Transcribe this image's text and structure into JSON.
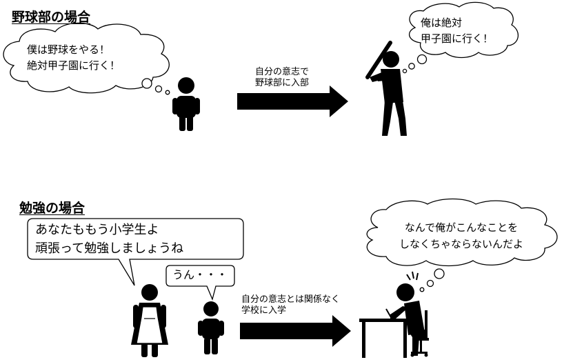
{
  "baseball": {
    "heading": "野球部の場合",
    "thought_left": "僕は野球をやる！\n絶対甲子園に行く！",
    "thought_right": "俺は絶対\n甲子園に行く！",
    "arrow_caption": "自分の意志で\n野球部に入部"
  },
  "study": {
    "heading": "勉強の場合",
    "mother_speech": "あなたももう小学生よ\n頑張って勉強しましょうね",
    "child_reply": "うん・・・",
    "arrow_caption": "自分の意志とは関係なく\n学校に入学",
    "thought_right": "なんで俺がこんなことを\nしなくちゃならないんだよ"
  }
}
